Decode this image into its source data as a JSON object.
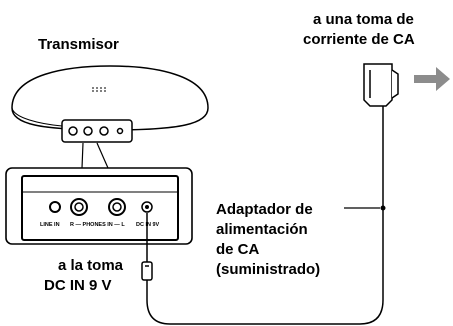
{
  "labels": {
    "transmitter": "Transmisor",
    "outlet_line1": "a una toma de",
    "outlet_line2": "corriente de CA",
    "adapter_line1": "Adaptador de",
    "adapter_line2": "alimentación",
    "adapter_line3": "de CA",
    "adapter_line4": "(suministrado)",
    "jack_line1": "a la toma",
    "jack_line2": "DC IN 9 V"
  },
  "panel_text": {
    "line_in": "LINE IN",
    "phones_in": "R — PHONES IN — L",
    "dc_in": "DC IN 9V"
  },
  "colors": {
    "line": "#000000",
    "arrow": "#8c8c8c",
    "panel_bg": "#ffffff"
  }
}
